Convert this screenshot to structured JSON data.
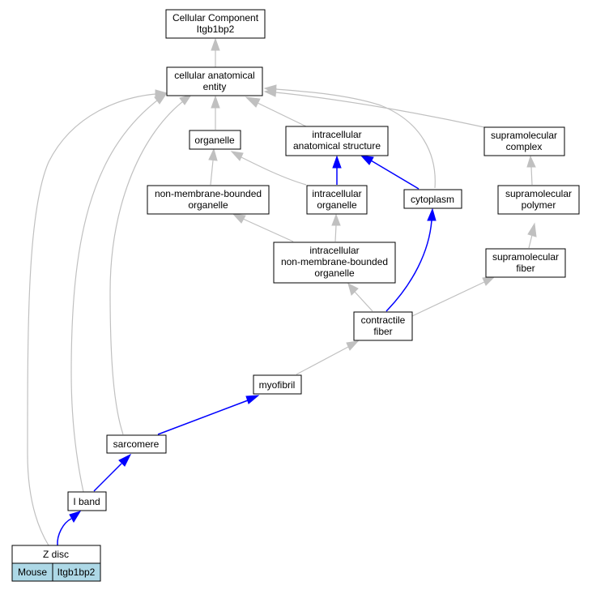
{
  "nodes": {
    "cellular_component": {
      "line1": "Cellular Component",
      "line2": "Itgb1bp2"
    },
    "cellular_anatomical_entity": {
      "line1": "cellular anatomical",
      "line2": "entity"
    },
    "organelle": {
      "line1": "organelle"
    },
    "intracellular_anatomical_structure": {
      "line1": "intracellular",
      "line2": "anatomical structure"
    },
    "supramolecular_complex": {
      "line1": "supramolecular",
      "line2": "complex"
    },
    "non_membrane_bounded_organelle": {
      "line1": "non-membrane-bounded",
      "line2": "organelle"
    },
    "intracellular_organelle": {
      "line1": "intracellular",
      "line2": "organelle"
    },
    "cytoplasm": {
      "line1": "cytoplasm"
    },
    "supramolecular_polymer": {
      "line1": "supramolecular",
      "line2": "polymer"
    },
    "intracellular_nmb_organelle": {
      "line1": "intracellular",
      "line2": "non-membrane-bounded",
      "line3": "organelle"
    },
    "supramolecular_fiber": {
      "line1": "supramolecular",
      "line2": "fiber"
    },
    "contractile_fiber": {
      "line1": "contractile",
      "line2": "fiber"
    },
    "myofibril": {
      "line1": "myofibril"
    },
    "sarcomere": {
      "line1": "sarcomere"
    },
    "i_band": {
      "line1": "I band"
    },
    "z_disc": {
      "line1": "Z disc",
      "species": "Mouse",
      "gene": "Itgb1bp2"
    }
  },
  "colors": {
    "is_a_edge": "#c0c0c0",
    "part_of_edge": "#0000ff",
    "annotation_cell": "#add8e6"
  }
}
